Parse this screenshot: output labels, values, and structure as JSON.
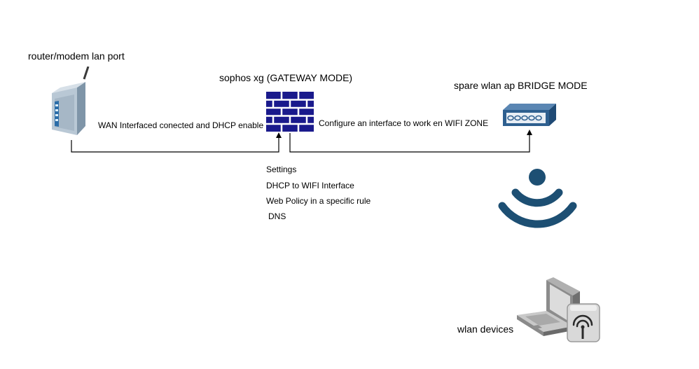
{
  "labels": {
    "router": "router/modem lan port",
    "firewall": "sophos xg (GATEWAY MODE)",
    "access_point": "spare wlan ap BRIDGE MODE",
    "wan_edge": "WAN Interfaced conected and DHCP enable",
    "wifi_edge": "Configure an interface to work en WIFI ZONE",
    "devices": "wlan devices"
  },
  "settings": [
    "Settings",
    "DHCP to WIFI Interface",
    "Web Policy in a specific rule",
    "DNS"
  ],
  "colors": {
    "firewall": "#1a1a8c",
    "wifi_waves": "#1d4f73",
    "ap_body": "#2e5f8f",
    "router_body": "#b8c6d2",
    "connector": "#000000"
  },
  "icons": {
    "router": "router-icon",
    "firewall": "firewall-icon",
    "access_point": "access-point-icon",
    "wifi": "wifi-icon",
    "devices": "laptop-icon"
  }
}
